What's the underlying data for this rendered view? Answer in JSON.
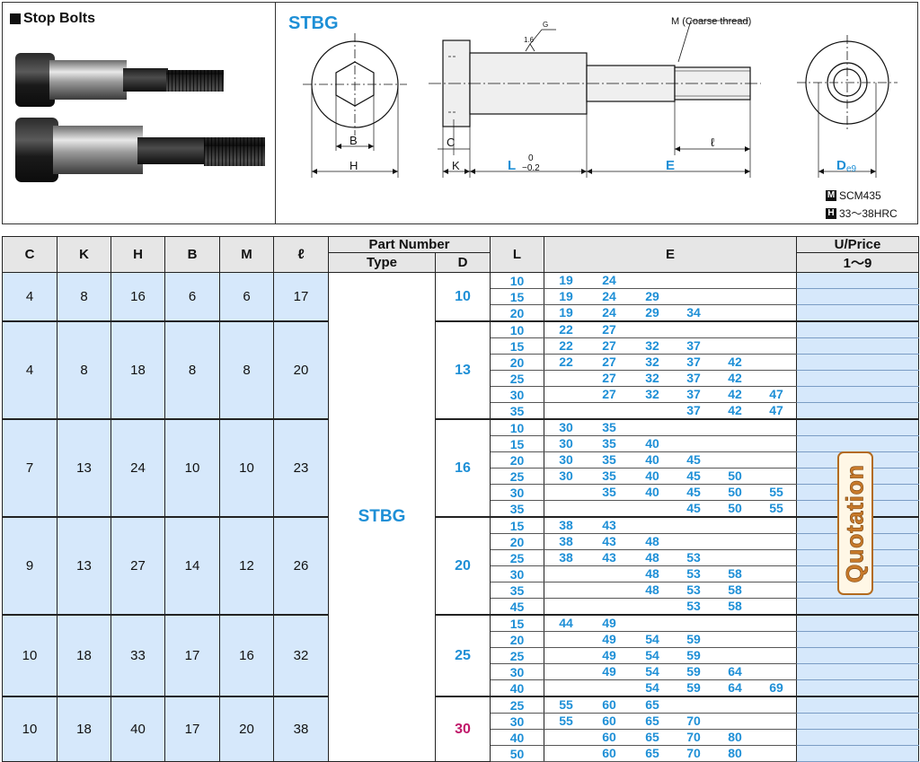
{
  "header": {
    "section_title": "Stop Bolts",
    "model": "STBG"
  },
  "drawing": {
    "thread_label": "M (Coarse thread)",
    "surface_roughness": "1.6",
    "surface_symbol": "G",
    "dim_H": "H",
    "dim_B": "B",
    "dim_C": "C",
    "dim_K": "K",
    "dim_L": "L",
    "tol_L_upper": "0",
    "tol_L_lower": "−0.2",
    "dim_E": "E",
    "dim_ell": "ℓ",
    "dim_D": "D",
    "dim_D_tol": "e9"
  },
  "materials": [
    {
      "badge": "M",
      "text": "SCM435"
    },
    {
      "badge": "H",
      "text": "33～38HRC"
    }
  ],
  "table": {
    "headers": {
      "C": "C",
      "K": "K",
      "H": "H",
      "B": "B",
      "M": "M",
      "ell": "ℓ",
      "part_number": "Part Number",
      "type": "Type",
      "D": "D",
      "L": "L",
      "E": "E",
      "price": "U/Price",
      "qty": "1～9"
    },
    "type_value": "STBG",
    "groups": [
      {
        "C": "4",
        "K": "8",
        "H": "16",
        "B": "6",
        "M": "6",
        "ell": "17",
        "D": "10",
        "d_color": "#1e8fd6",
        "rows": [
          {
            "L": "10",
            "E": [
              "19",
              "24",
              "",
              "",
              "",
              ""
            ]
          },
          {
            "L": "15",
            "E": [
              "19",
              "24",
              "29",
              "",
              "",
              ""
            ]
          },
          {
            "L": "20",
            "E": [
              "19",
              "24",
              "29",
              "34",
              "",
              ""
            ]
          }
        ]
      },
      {
        "C": "4",
        "K": "8",
        "H": "18",
        "B": "8",
        "M": "8",
        "ell": "20",
        "D": "13",
        "d_color": "#1e8fd6",
        "rows": [
          {
            "L": "10",
            "E": [
              "22",
              "27",
              "",
              "",
              "",
              ""
            ]
          },
          {
            "L": "15",
            "E": [
              "22",
              "27",
              "32",
              "37",
              "",
              ""
            ]
          },
          {
            "L": "20",
            "E": [
              "22",
              "27",
              "32",
              "37",
              "42",
              ""
            ]
          },
          {
            "L": "25",
            "E": [
              "",
              "27",
              "32",
              "37",
              "42",
              ""
            ]
          },
          {
            "L": "30",
            "E": [
              "",
              "27",
              "32",
              "37",
              "42",
              "47"
            ]
          },
          {
            "L": "35",
            "E": [
              "",
              "",
              "",
              "37",
              "42",
              "47"
            ]
          }
        ]
      },
      {
        "C": "7",
        "K": "13",
        "H": "24",
        "B": "10",
        "M": "10",
        "ell": "23",
        "D": "16",
        "d_color": "#1e8fd6",
        "rows": [
          {
            "L": "10",
            "E": [
              "30",
              "35",
              "",
              "",
              "",
              ""
            ]
          },
          {
            "L": "15",
            "E": [
              "30",
              "35",
              "40",
              "",
              "",
              ""
            ]
          },
          {
            "L": "20",
            "E": [
              "30",
              "35",
              "40",
              "45",
              "",
              ""
            ]
          },
          {
            "L": "25",
            "E": [
              "30",
              "35",
              "40",
              "45",
              "50",
              ""
            ]
          },
          {
            "L": "30",
            "E": [
              "",
              "35",
              "40",
              "45",
              "50",
              "55"
            ]
          },
          {
            "L": "35",
            "E": [
              "",
              "",
              "",
              "45",
              "50",
              "55"
            ]
          }
        ]
      },
      {
        "C": "9",
        "K": "13",
        "H": "27",
        "B": "14",
        "M": "12",
        "ell": "26",
        "D": "20",
        "d_color": "#1e8fd6",
        "rows": [
          {
            "L": "15",
            "E": [
              "38",
              "43",
              "",
              "",
              "",
              ""
            ]
          },
          {
            "L": "20",
            "E": [
              "38",
              "43",
              "48",
              "",
              "",
              ""
            ]
          },
          {
            "L": "25",
            "E": [
              "38",
              "43",
              "48",
              "53",
              "",
              ""
            ]
          },
          {
            "L": "30",
            "E": [
              "",
              "",
              "48",
              "53",
              "58",
              ""
            ]
          },
          {
            "L": "35",
            "E": [
              "",
              "",
              "48",
              "53",
              "58",
              ""
            ]
          },
          {
            "L": "45",
            "E": [
              "",
              "",
              "",
              "53",
              "58",
              ""
            ]
          }
        ]
      },
      {
        "C": "10",
        "K": "18",
        "H": "33",
        "B": "17",
        "M": "16",
        "ell": "32",
        "D": "25",
        "d_color": "#1e8fd6",
        "rows": [
          {
            "L": "15",
            "E": [
              "44",
              "49",
              "",
              "",
              "",
              ""
            ]
          },
          {
            "L": "20",
            "E": [
              "",
              "49",
              "54",
              "59",
              "",
              ""
            ]
          },
          {
            "L": "25",
            "E": [
              "",
              "49",
              "54",
              "59",
              "",
              ""
            ]
          },
          {
            "L": "30",
            "E": [
              "",
              "49",
              "54",
              "59",
              "64",
              ""
            ]
          },
          {
            "L": "40",
            "E": [
              "",
              "",
              "54",
              "59",
              "64",
              "69"
            ]
          }
        ]
      },
      {
        "C": "10",
        "K": "18",
        "H": "40",
        "B": "17",
        "M": "20",
        "ell": "38",
        "D": "30",
        "d_color": "#c0186a",
        "rows": [
          {
            "L": "25",
            "E": [
              "55",
              "60",
              "65",
              "",
              "",
              ""
            ]
          },
          {
            "L": "30",
            "E": [
              "55",
              "60",
              "65",
              "70",
              "",
              ""
            ]
          },
          {
            "L": "40",
            "E": [
              "",
              "60",
              "65",
              "70",
              "80",
              ""
            ]
          },
          {
            "L": "50",
            "E": [
              "",
              "60",
              "65",
              "70",
              "80",
              ""
            ]
          }
        ]
      }
    ],
    "price_label": "Quotation"
  }
}
